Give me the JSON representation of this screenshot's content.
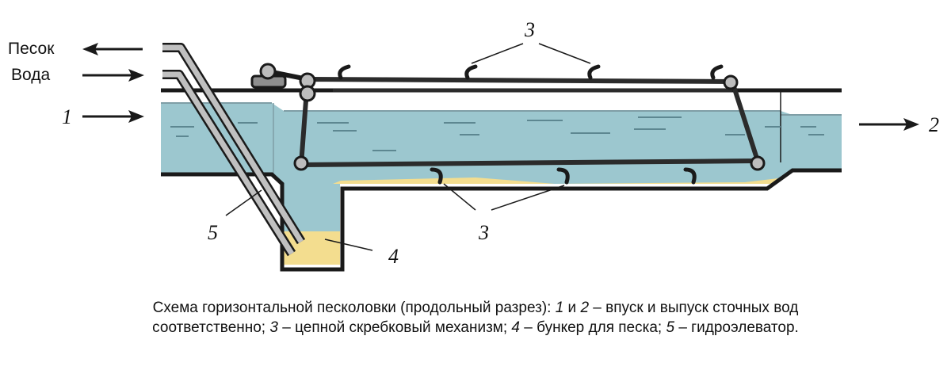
{
  "labels": {
    "sand_out": "Песок",
    "water_in": "Вода",
    "inlet_num": "1",
    "outlet_num": "2",
    "scraper_num_top": "3",
    "scraper_num_bottom": "3",
    "hopper_num": "4",
    "elevator_num": "5"
  },
  "caption": {
    "line1_start": "Схема горизонтальной песколовки (продольный разрез): ",
    "n1": "1",
    "and": " и ",
    "n2": "2",
    "line1_end": " – впуск и выпуск сточных вод",
    "line2_start": "соответственно; ",
    "n3": "3",
    "t3": " – цепной скребковый механизм; ",
    "n4": "4",
    "t4": " – бункер для песка; ",
    "n5": "5",
    "t5": " – гидроэлеватор."
  },
  "colors": {
    "water": "#9cc7cf",
    "sand": "#f3dd8f",
    "outline": "#1a1a1a",
    "chain": "#2b2b2b"
  }
}
